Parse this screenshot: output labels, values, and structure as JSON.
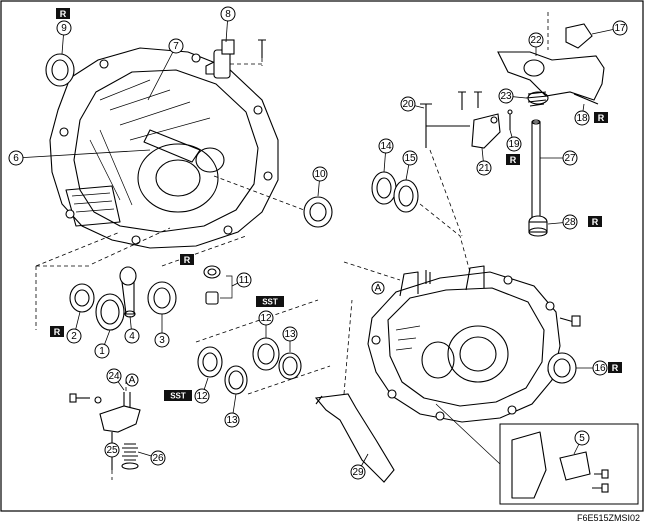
{
  "diagram": {
    "code": "F6E515ZMSI02",
    "callouts": [
      "1",
      "2",
      "3",
      "4",
      "5",
      "6",
      "7",
      "8",
      "9",
      "10",
      "11",
      "12",
      "12",
      "13",
      "13",
      "14",
      "15",
      "16",
      "17",
      "18",
      "19",
      "20",
      "21",
      "22",
      "23",
      "24",
      "25",
      "26",
      "27",
      "28",
      "29"
    ],
    "letter_marks": [
      "A",
      "A"
    ],
    "badges": {
      "r": "R",
      "sst": "SST"
    }
  }
}
